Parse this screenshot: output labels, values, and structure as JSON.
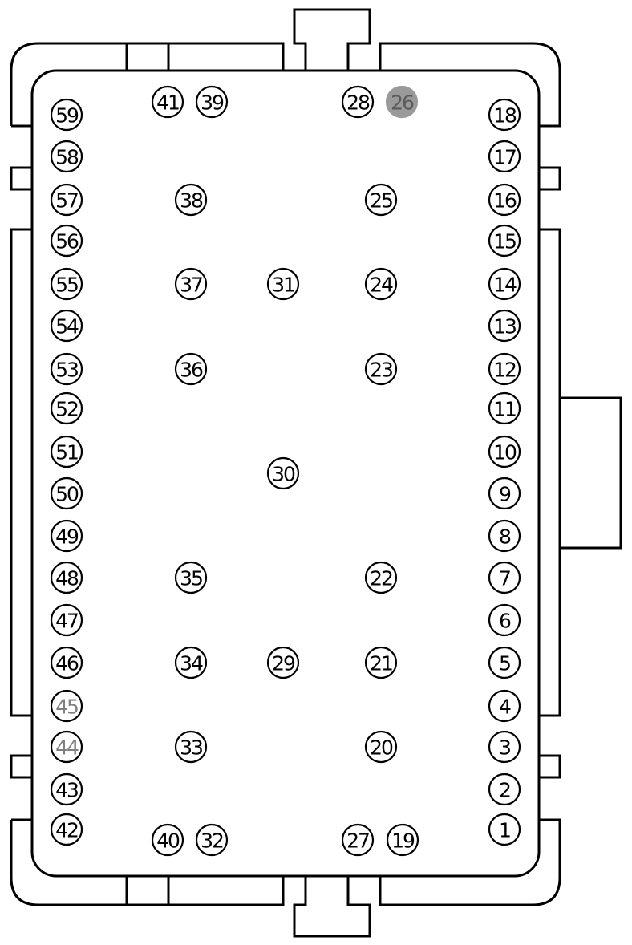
{
  "pins": [
    {
      "label": "1",
      "style": "normal"
    },
    {
      "label": "2",
      "style": "normal"
    },
    {
      "label": "3",
      "style": "normal"
    },
    {
      "label": "4",
      "style": "normal"
    },
    {
      "label": "5",
      "style": "normal"
    },
    {
      "label": "6",
      "style": "normal"
    },
    {
      "label": "7",
      "style": "normal"
    },
    {
      "label": "8",
      "style": "normal"
    },
    {
      "label": "9",
      "style": "normal"
    },
    {
      "label": "10",
      "style": "normal"
    },
    {
      "label": "11",
      "style": "normal"
    },
    {
      "label": "12",
      "style": "normal"
    },
    {
      "label": "13",
      "style": "normal"
    },
    {
      "label": "14",
      "style": "normal"
    },
    {
      "label": "15",
      "style": "normal"
    },
    {
      "label": "16",
      "style": "normal"
    },
    {
      "label": "17",
      "style": "normal"
    },
    {
      "label": "18",
      "style": "normal"
    },
    {
      "label": "19",
      "style": "normal"
    },
    {
      "label": "20",
      "style": "normal"
    },
    {
      "label": "21",
      "style": "normal"
    },
    {
      "label": "22",
      "style": "normal"
    },
    {
      "label": "23",
      "style": "normal"
    },
    {
      "label": "24",
      "style": "normal"
    },
    {
      "label": "25",
      "style": "normal"
    },
    {
      "label": "26",
      "style": "filled"
    },
    {
      "label": "27",
      "style": "normal"
    },
    {
      "label": "28",
      "style": "normal"
    },
    {
      "label": "29",
      "style": "normal"
    },
    {
      "label": "30",
      "style": "normal"
    },
    {
      "label": "31",
      "style": "normal"
    },
    {
      "label": "32",
      "style": "normal"
    },
    {
      "label": "33",
      "style": "normal"
    },
    {
      "label": "34",
      "style": "normal"
    },
    {
      "label": "35",
      "style": "normal"
    },
    {
      "label": "36",
      "style": "normal"
    },
    {
      "label": "37",
      "style": "normal"
    },
    {
      "label": "38",
      "style": "normal"
    },
    {
      "label": "39",
      "style": "normal"
    },
    {
      "label": "40",
      "style": "normal"
    },
    {
      "label": "41",
      "style": "normal"
    },
    {
      "label": "42",
      "style": "normal"
    },
    {
      "label": "43",
      "style": "normal"
    },
    {
      "label": "44",
      "style": "gray-text"
    },
    {
      "label": "45",
      "style": "gray-text"
    },
    {
      "label": "46",
      "style": "normal"
    },
    {
      "label": "47",
      "style": "normal"
    },
    {
      "label": "48",
      "style": "normal"
    },
    {
      "label": "49",
      "style": "normal"
    },
    {
      "label": "50",
      "style": "normal"
    },
    {
      "label": "51",
      "style": "normal"
    },
    {
      "label": "52",
      "style": "normal"
    },
    {
      "label": "53",
      "style": "normal"
    },
    {
      "label": "54",
      "style": "normal"
    },
    {
      "label": "55",
      "style": "normal"
    },
    {
      "label": "56",
      "style": "normal"
    },
    {
      "label": "57",
      "style": "normal"
    },
    {
      "label": "58",
      "style": "normal"
    },
    {
      "label": "59",
      "style": "normal"
    }
  ],
  "colors": {
    "outline": "#000000",
    "filled_pin": "#9a9a9a",
    "muted_label": "#808080"
  }
}
